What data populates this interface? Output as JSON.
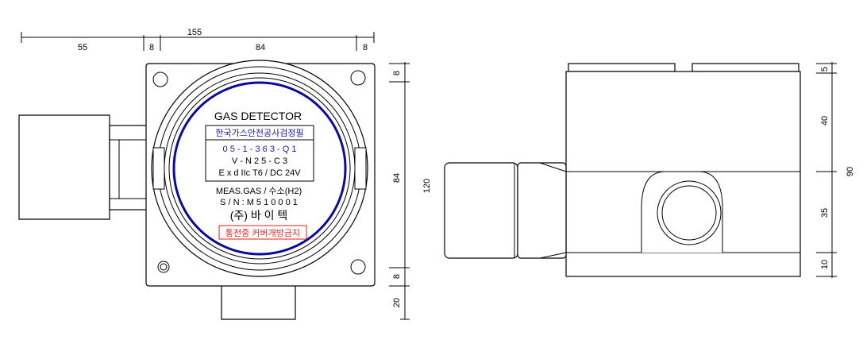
{
  "front_view": {
    "dimensions": {
      "overall_width": "155",
      "left_part": "55",
      "gap_left": "8",
      "body_width": "84",
      "gap_right": "8"
    },
    "label": {
      "title": "GAS DETECTOR",
      "cert_header": "한국가스안전공사검정필",
      "cert_number": "0 5 - 1 - 3 6 3 - Q 1",
      "model": "V - N 2 5   -   C 3",
      "rating": "E x d IIc  T6 / DC 24V",
      "meas_gas": "MEAS.GAS /   수소(H2)",
      "serial": "S / N : M 5 1 0 0 0 1",
      "maker": "(주) 바 이 텍",
      "warning": "통전중 커버개방금지"
    },
    "vertical_dims": {
      "top": "8",
      "body": "84",
      "overall": "120",
      "bottom": "8",
      "stem": "20"
    }
  },
  "side_view": {
    "vertical_dims": {
      "top": "5",
      "upper": "40",
      "overall": "90",
      "lower": "35",
      "base": "10"
    }
  },
  "colors": {
    "line": "#000000",
    "label_blue": "#1a1aa6",
    "warning_red": "#e0201a",
    "ring_blue": "#0a0a9e"
  }
}
